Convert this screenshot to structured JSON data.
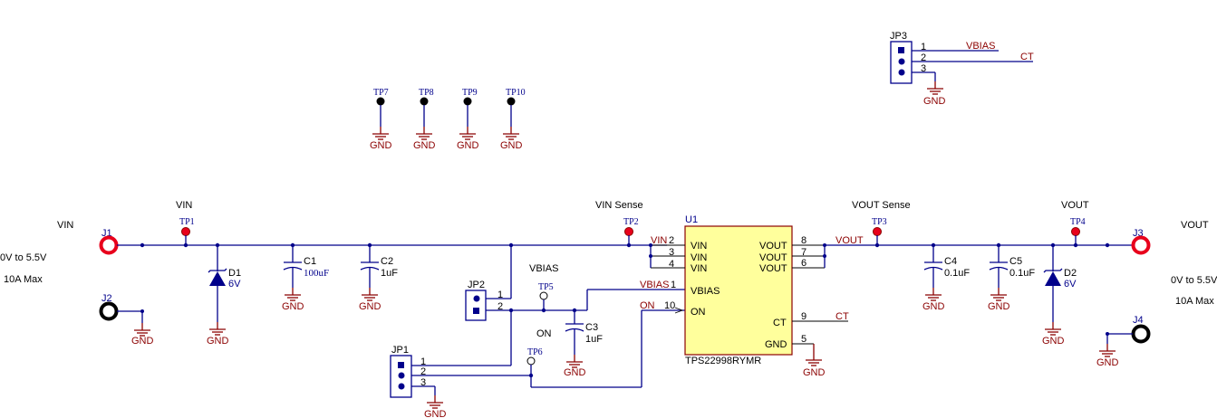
{
  "colors": {
    "wire": "#00008b",
    "net": "#8b0000",
    "terminal": "#e8001c",
    "ic_fill": "#ffff9c"
  },
  "labels": {
    "gnd": "GND",
    "vin_left": "VIN",
    "vin_range_left": "0V to 5.5V",
    "imax_left": "10A Max",
    "vout_right": "VOUT",
    "vout_range_right": "0V to 5.5V",
    "imax_right": "10A Max",
    "vin_tp": "VIN",
    "vin_sense": "VIN Sense",
    "vout_sense": "VOUT Sense",
    "vout_tp": "VOUT",
    "vbias_label": "VBIAS",
    "on_label": "ON"
  },
  "connectors": {
    "j1": "J1",
    "j2": "J2",
    "j3": "J3",
    "j4": "J4",
    "jp1": "JP1",
    "jp2": "JP2",
    "jp3": "JP3"
  },
  "testpoints": {
    "tp1": "TP1",
    "tp2": "TP2",
    "tp3": "TP3",
    "tp4": "TP4",
    "tp5": "TP5",
    "tp6": "TP6",
    "tp7": "TP7",
    "tp8": "TP8",
    "tp9": "TP9",
    "tp10": "TP10"
  },
  "components": {
    "d1": "D1",
    "d1_val": "6V",
    "d2": "D2",
    "d2_val": "6V",
    "c1": "C1",
    "c1_val": "100uF",
    "c2": "C2",
    "c2_val": "1uF",
    "c3": "C3",
    "c3_val": "1uF",
    "c4": "C4",
    "c4_val": "0.1uF",
    "c5": "C5",
    "c5_val": "0.1uF"
  },
  "ic": {
    "ref": "U1",
    "part": "TPS22998RYMR",
    "left_pins": [
      {
        "num": "2",
        "name": "VIN"
      },
      {
        "num": "3",
        "name": "VIN"
      },
      {
        "num": "4",
        "name": "VIN"
      },
      {
        "num": "1",
        "name": "VBIAS"
      },
      {
        "num": "10",
        "name": "ON"
      }
    ],
    "right_pins": [
      {
        "num": "8",
        "name": "VOUT"
      },
      {
        "num": "7",
        "name": "VOUT"
      },
      {
        "num": "6",
        "name": "VOUT"
      },
      {
        "num": "9",
        "name": "CT"
      },
      {
        "num": "5",
        "name": "GND"
      }
    ]
  },
  "nets": {
    "vin": "VIN",
    "vout": "VOUT",
    "vbias": "VBIAS",
    "on": "ON",
    "ct": "CT"
  },
  "jumper_pins": {
    "p1": "1",
    "p2": "2",
    "p3": "3"
  },
  "jp3_nets": {
    "vbias": "VBIAS",
    "ct": "CT"
  }
}
